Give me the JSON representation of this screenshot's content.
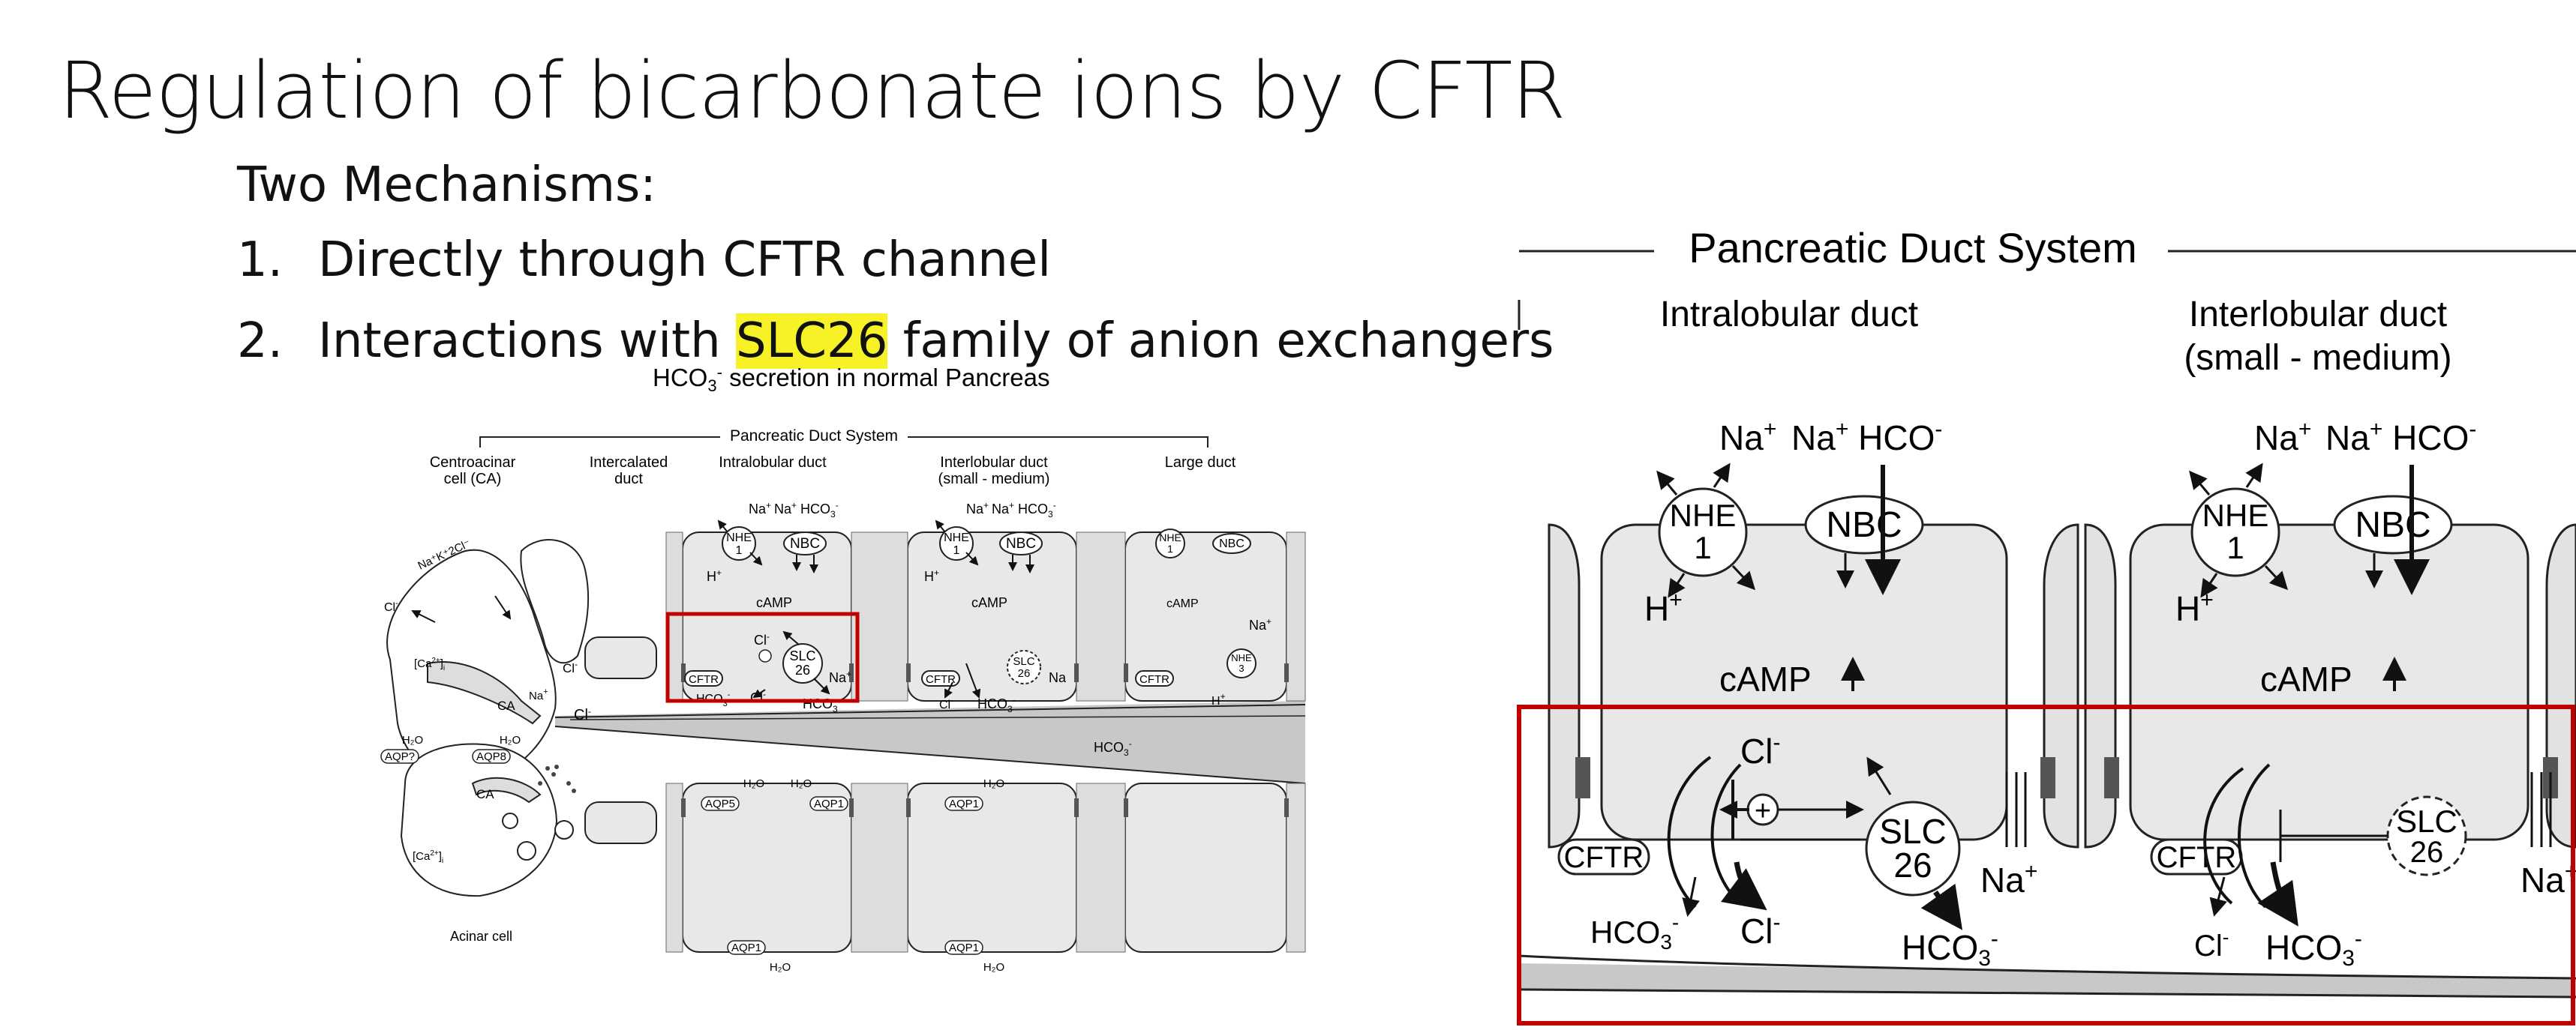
{
  "slide": {
    "title": "Regulation of bicarbonate ions by CFTR",
    "subtitle": "Two Mechanisms:",
    "items": [
      {
        "num": "1.",
        "text": "Directly through CFTR channel"
      },
      {
        "num": "2.",
        "pre": "Interactions with ",
        "highlight": "SLC26",
        "post": " family of anion exchangers"
      }
    ]
  },
  "small_figure": {
    "caption_pre": "HCO",
    "caption_sub": "3",
    "caption_sup": "-",
    "caption_post": " secretion in normal Pancreas",
    "system": "Pancreatic Duct System",
    "columns": [
      "Centroacinar",
      "cell (CA)",
      "Intercalated",
      "duct",
      "Intralobular duct",
      "Interlobular duct",
      "(small - medium)",
      "Large duct"
    ],
    "labels": {
      "na": "Na",
      "plus": "+",
      "hco3": "HCO",
      "sub3": "3",
      "minus": "-",
      "nhe": "NHE",
      "one": "1",
      "three": "3",
      "nbc": "NBC",
      "h": "H",
      "camp": "cAMP",
      "cl": "Cl",
      "slc": "SLC",
      "num26": "26",
      "cftr": "CFTR",
      "ca": "CA",
      "ca2": "[Ca",
      "ca2sup": "2+",
      "ca2end": "]",
      "ca2i": "i",
      "h2o": "H₂O",
      "aqp5": "AQP5",
      "aqp1": "AQP1",
      "aqp8": "AQP8",
      "aqpq": "AQP?",
      "nak2cl": "Na⁺K⁺2Cl⁻",
      "acinar": "Acinar cell"
    }
  },
  "large_figure": {
    "system": "Pancreatic Duct System",
    "col1": "Intralobular duct",
    "col2a": "Interlobular duct",
    "col2b": "(small - medium)"
  },
  "colors": {
    "highlight": "#f7f227",
    "box": "#c00000",
    "cell": "#e8e8e8",
    "lumen": "#c8c8c8"
  }
}
